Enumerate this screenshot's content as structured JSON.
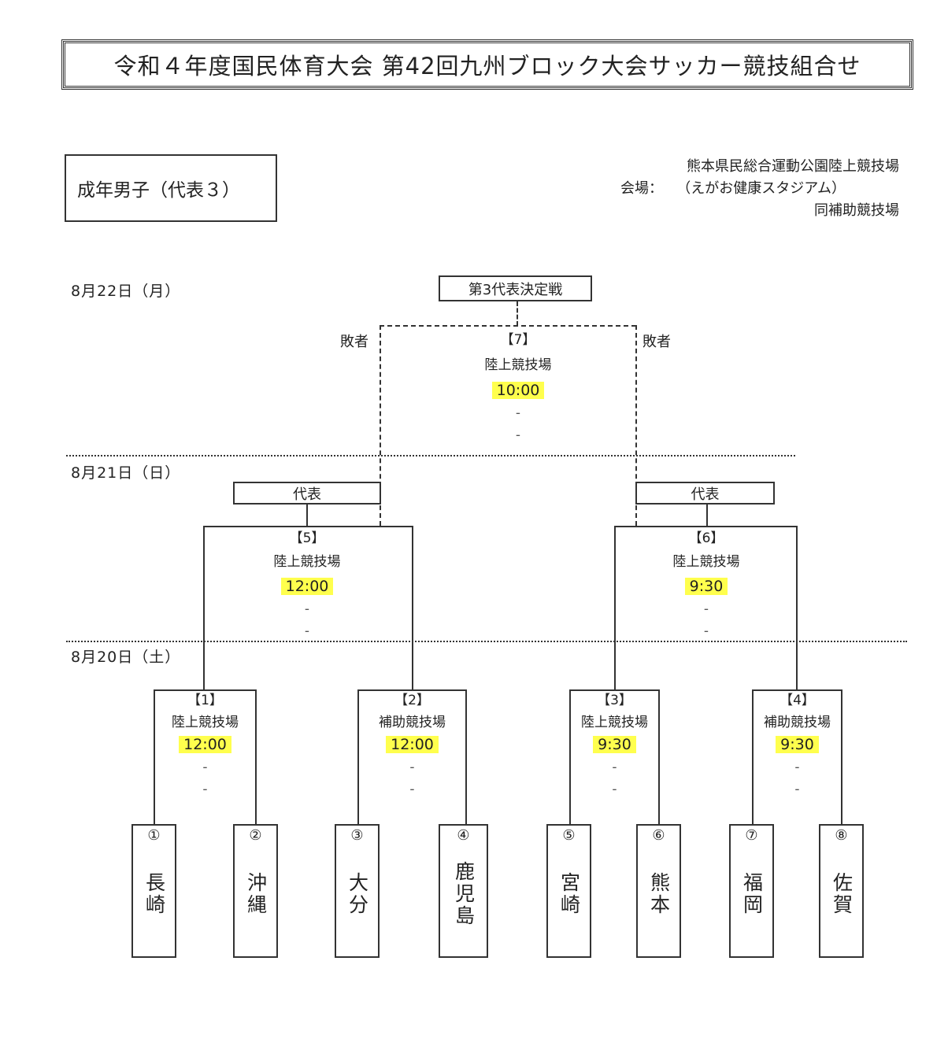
{
  "title": "令和４年度国民体育大会 第42回九州ブロック大会サッカー競技組合せ",
  "category": "成年男子（代表３）",
  "venue": {
    "label": "会場：",
    "lines": [
      "熊本県民総合運動公園陸上競技場",
      "（えがお健康スタジアム）",
      "同補助競技場"
    ]
  },
  "dates": {
    "day3": "8月22日（月）",
    "day2": "8月21日（日）",
    "day1": "8月20日（土）"
  },
  "third_place_label": "第3代表決定戦",
  "loser_label": "敗者",
  "rep_label": "代表",
  "highlight_color": "#ffff4d",
  "matches": [
    {
      "no": "【1】",
      "venue": "陸上競技場",
      "time": "12:00",
      "score1": "-",
      "score2": "-"
    },
    {
      "no": "【2】",
      "venue": "補助競技場",
      "time": "12:00",
      "score1": "-",
      "score2": "-"
    },
    {
      "no": "【3】",
      "venue": "陸上競技場",
      "time": "9:30",
      "score1": "-",
      "score2": "-"
    },
    {
      "no": "【4】",
      "venue": "補助競技場",
      "time": "9:30",
      "score1": "-",
      "score2": "-"
    },
    {
      "no": "【5】",
      "venue": "陸上競技場",
      "time": "12:00",
      "score1": "-",
      "score2": "-"
    },
    {
      "no": "【6】",
      "venue": "陸上競技場",
      "time": "9:30",
      "score1": "-",
      "score2": "-"
    },
    {
      "no": "【7】",
      "venue": "陸上競技場",
      "time": "10:00",
      "score1": "-",
      "score2": "-"
    }
  ],
  "teams": [
    {
      "num": "①",
      "name": "長崎"
    },
    {
      "num": "②",
      "name": "沖縄"
    },
    {
      "num": "③",
      "name": "大分"
    },
    {
      "num": "④",
      "name": "鹿児島"
    },
    {
      "num": "⑤",
      "name": "宮崎"
    },
    {
      "num": "⑥",
      "name": "熊本"
    },
    {
      "num": "⑦",
      "name": "福岡"
    },
    {
      "num": "⑧",
      "name": "佐賀"
    }
  ]
}
